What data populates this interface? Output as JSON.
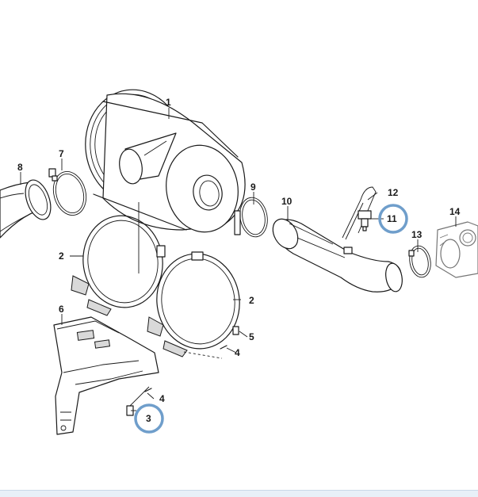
{
  "callouts": {
    "c1": "1",
    "c2a": "2",
    "c2b": "2",
    "c3": "3",
    "c4a": "4",
    "c4b": "4",
    "c5": "5",
    "c6": "6",
    "c7": "7",
    "c8": "8",
    "c9": "9",
    "c10": "10",
    "c11": "11",
    "c12": "12",
    "c13": "13",
    "c14": "14"
  },
  "highlighted_callouts": [
    "3",
    "11"
  ],
  "colors": {
    "highlight_ring": "#6f9ecb",
    "line": "#1a1a1a",
    "shade": "#d9d9d9",
    "bottom_band": "#e8f0f8"
  }
}
